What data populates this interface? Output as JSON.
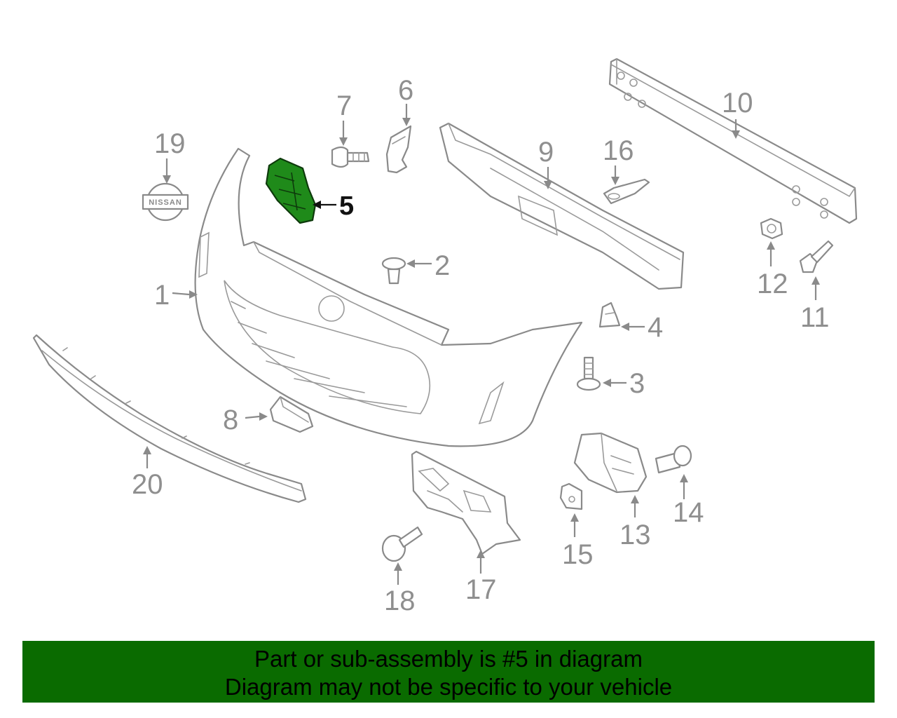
{
  "callouts": {
    "c1": "1",
    "c2": "2",
    "c3": "3",
    "c4": "4",
    "c5": "5",
    "c6": "6",
    "c7": "7",
    "c8": "8",
    "c9": "9",
    "c10": "10",
    "c11": "11",
    "c12": "12",
    "c13": "13",
    "c14": "14",
    "c15": "15",
    "c16": "16",
    "c17": "17",
    "c18": "18",
    "c19": "19",
    "c20": "20"
  },
  "highlighted_part": "5",
  "emblem_text": "NISSAN",
  "banner": {
    "line1": "Part or sub-assembly is #5 in diagram",
    "line2": "Diagram may not be specific to your vehicle"
  },
  "colors": {
    "highlight": "#1f8a1a",
    "banner_bg": "#0a6b00",
    "line_art": "#8a8a8a"
  }
}
